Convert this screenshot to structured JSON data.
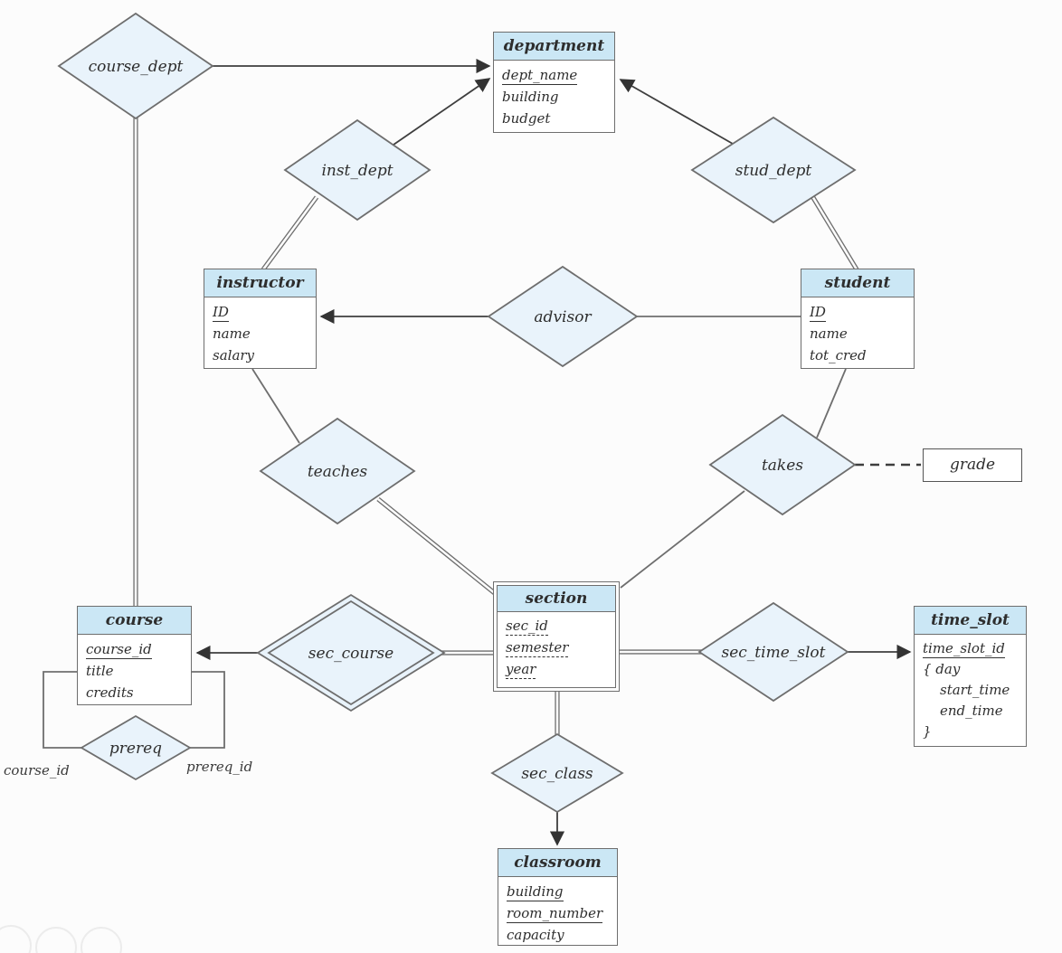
{
  "diagram_title": "university-er-diagram",
  "colors": {
    "entity_header": "#cbe7f5",
    "entity_body": "#ffffff",
    "diamond_fill": "#e9f3fb",
    "border": "#6e6e6e",
    "text": "#2e2e2e"
  },
  "entities": {
    "department": {
      "title": "department",
      "attributes": [
        "dept_name",
        "building",
        "budget"
      ]
    },
    "instructor": {
      "title": "instructor",
      "attributes": [
        "ID",
        "name",
        "salary"
      ]
    },
    "student": {
      "title": "student",
      "attributes": [
        "ID",
        "name",
        "tot_cred"
      ]
    },
    "course": {
      "title": "course",
      "attributes": [
        "course_id",
        "title",
        "credits"
      ]
    },
    "section": {
      "title": "section",
      "attributes": [
        "sec_id",
        "semester",
        "year"
      ]
    },
    "time_slot": {
      "title": "time_slot",
      "attributes": [
        "time_slot_id",
        "{ day",
        "start_time",
        "end_time",
        "}"
      ]
    },
    "classroom": {
      "title": "classroom",
      "attributes": [
        "building",
        "room_number",
        "capacity"
      ]
    }
  },
  "relationships": {
    "course_dept": "course_dept",
    "inst_dept": "inst_dept",
    "stud_dept": "stud_dept",
    "advisor": "advisor",
    "teaches": "teaches",
    "takes": "takes",
    "sec_course": "sec_course",
    "sec_time_slot": "sec_time_slot",
    "sec_class": "sec_class",
    "prereq": "prereq"
  },
  "attribute_boxes": {
    "grade": "grade"
  },
  "role_labels": {
    "course_id": "course_id",
    "prereq_id": "prereq_id"
  }
}
